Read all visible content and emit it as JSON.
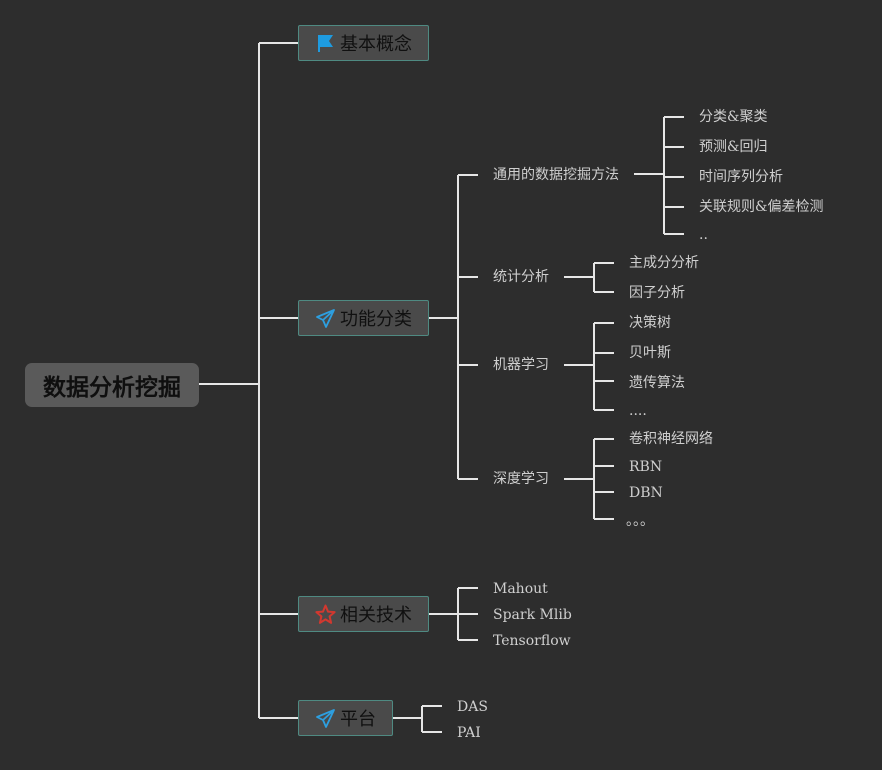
{
  "root": "数据分析挖掘",
  "branches": {
    "b1": {
      "label": "基本概念",
      "icon": "flag-icon"
    },
    "b2": {
      "label": "功能分类",
      "icon": "paper-plane-icon"
    },
    "b3": {
      "label": "相关技术",
      "icon": "star-icon"
    },
    "b4": {
      "label": "平台",
      "icon": "paper-plane-icon"
    }
  },
  "func": {
    "general": {
      "label": "通用的数据挖掘方法",
      "items": [
        "分类&聚类",
        "预测&回归",
        "时间序列分析",
        "关联规则&偏差检测",
        ".."
      ]
    },
    "stats": {
      "label": "统计分析",
      "items": [
        "主成分分析",
        "因子分析"
      ]
    },
    "ml": {
      "label": "机器学习",
      "items": [
        "决策树",
        "贝叶斯",
        "遗传算法",
        "...."
      ]
    },
    "dl": {
      "label": "深度学习",
      "items": [
        "卷积神经网络",
        "RBN",
        "DBN",
        "。。。"
      ]
    }
  },
  "tech": [
    "Mahout",
    "Spark Mlib",
    "Tensorflow"
  ],
  "platform": [
    "DAS",
    "PAI"
  ],
  "colors": {
    "background": "#2d2d2d",
    "line": "#e6e6e6",
    "border": "#4f8a82",
    "flag": "#1e9be0",
    "plane": "#2d9fe0",
    "star": "#d2382f"
  }
}
